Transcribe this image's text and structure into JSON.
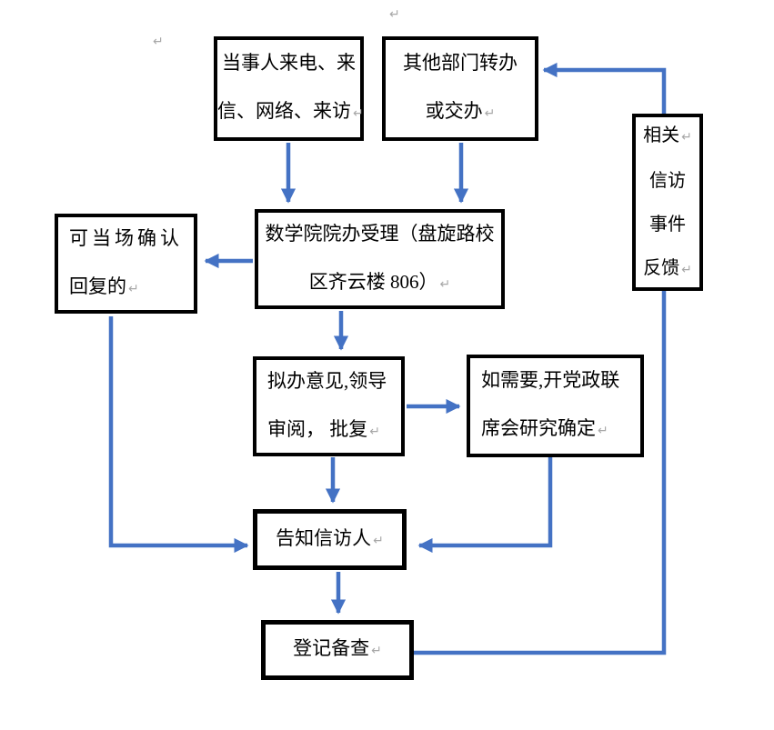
{
  "pilcrow": "↵",
  "colors": {
    "arrow": "#4472C4",
    "border": "#000000",
    "pilcrow": "#a8a8a8"
  },
  "nodes": {
    "party_contact": {
      "line1": "当事人来电、来",
      "line2": "信、网络、来访"
    },
    "other_dept": {
      "line1": "其他部门转办",
      "line2": "或交办"
    },
    "feedback": {
      "line1": "相关",
      "line2": "信访",
      "line3": "事件",
      "line4": "反馈"
    },
    "office_accept": {
      "line1": "数学院院办受理（盘旋路校",
      "line2": "区齐云楼 806）"
    },
    "onsite_reply": {
      "line1": "可当场确认",
      "line2": "回复的"
    },
    "draft_opinion": {
      "line1": "拟办意见,领导",
      "line2": "审阅， 批复"
    },
    "joint_meeting": {
      "line1": "如需要,开党政联",
      "line2": "席会研究确定"
    },
    "notify": {
      "line1": "告知信访人"
    },
    "register": {
      "line1": "登记备查"
    }
  }
}
